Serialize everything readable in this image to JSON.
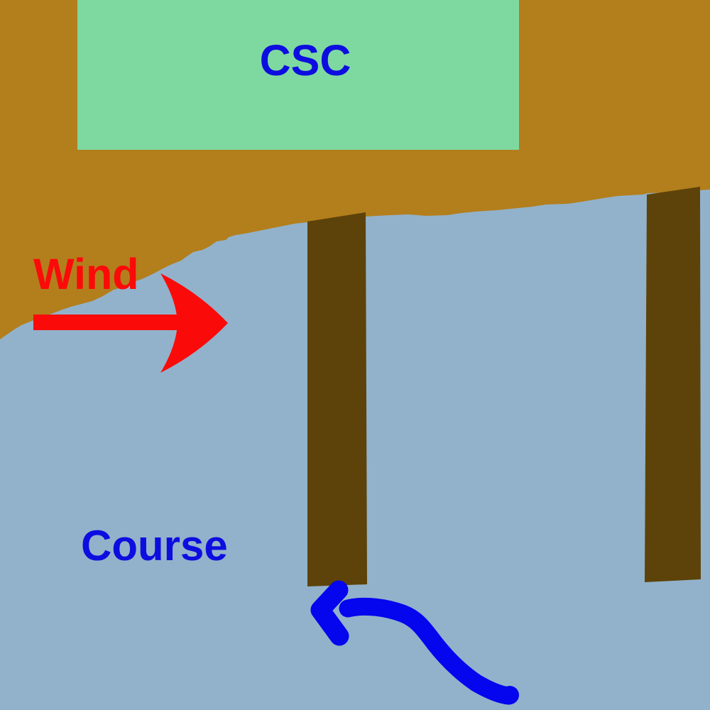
{
  "diagram": {
    "clubhouse_label": "CSC",
    "wind_label": "Wind",
    "course_label": "Course"
  },
  "colors": {
    "land": "#b37e1c",
    "water": "#92b2cb",
    "clubhouse": "#7ed9a0",
    "pier": "#5d4309",
    "wind_arrow": "#fb0a0a",
    "label_blue": "#0d0de0",
    "course_arrow": "#0505ee"
  }
}
